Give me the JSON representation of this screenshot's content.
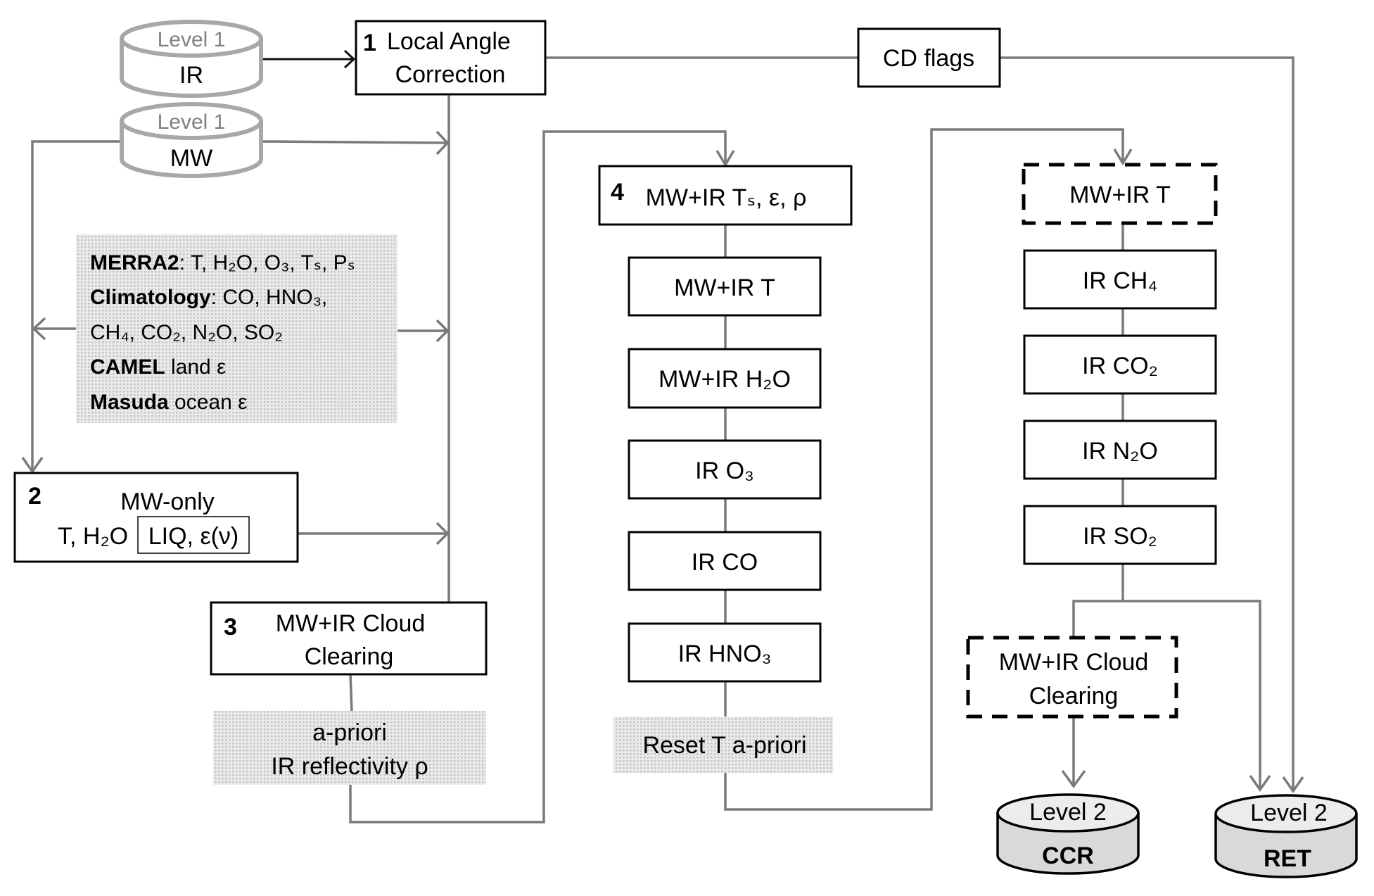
{
  "title": "Retrieval algorithm flow diagram",
  "inputs": {
    "ir": {
      "level": "Level 1",
      "name": "IR"
    },
    "mw": {
      "level": "Level 1",
      "name": "MW"
    }
  },
  "step1": {
    "number": "1",
    "line1": "Local Angle",
    "line2": "Correction"
  },
  "cd_flags": "CD flags",
  "apriori_sources": {
    "merra2_label": "MERRA2",
    "merra2_vars": ": T, H₂O, O₃, Tₛ, Pₛ",
    "climatology_label": "Climatology",
    "climatology_vars_1": ": CO, HNO₃,",
    "climatology_vars_2": "CH₄, CO₂, N₂O, SO₂",
    "camel_label": "CAMEL",
    "camel_text": " land ε",
    "masuda_label": "Masuda",
    "masuda_text": " ocean ε"
  },
  "step2": {
    "number": "2",
    "title": "MW-only",
    "vars": "T, H₂O",
    "boxed": "LIQ, ε(ν)"
  },
  "step3": {
    "number": "3",
    "line1": "MW+IR Cloud",
    "line2": "Clearing"
  },
  "apriori_reflectivity": {
    "line1": "a-priori",
    "line2": "IR reflectivity ρ"
  },
  "step4": {
    "number": "4",
    "header": "MW+IR Tₛ, ε, ρ",
    "boxes": [
      "MW+IR T",
      "MW+IR H₂O",
      "IR O₃",
      "IR CO",
      "IR HNO₃"
    ],
    "reset": "Reset T a-priori"
  },
  "column3": {
    "header": "MW+IR T",
    "boxes": [
      "IR CH₄",
      "IR CO₂",
      "IR N₂O",
      "IR SO₂"
    ],
    "cloud_clearing": {
      "line1": "MW+IR Cloud",
      "line2": "Clearing"
    }
  },
  "outputs": {
    "ccr": {
      "level": "Level 2",
      "name": "CCR"
    },
    "ret": {
      "level": "Level 2",
      "name": "RET"
    }
  }
}
